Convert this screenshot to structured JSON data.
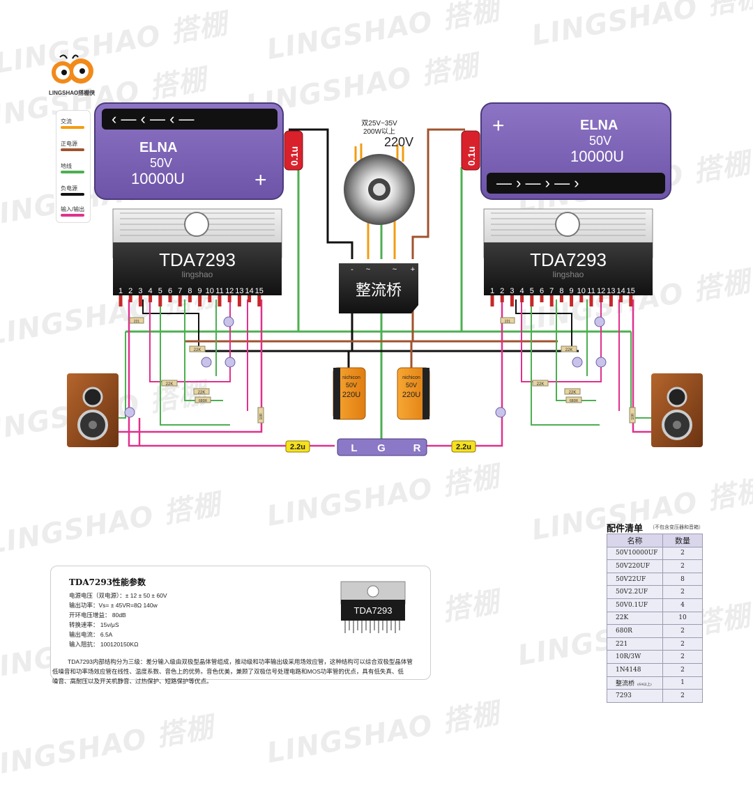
{
  "watermark": "LINGSHAO 搭棚",
  "brand": {
    "logo_text": "LINGSHAO搭棚侠"
  },
  "legend": [
    {
      "label": "交流",
      "color": "#f39c12"
    },
    {
      "label": "正电源",
      "color": "#a0522d"
    },
    {
      "label": "地线",
      "color": "#4caf50"
    },
    {
      "label": "负电源",
      "color": "#111111"
    },
    {
      "label": "输入/输出",
      "color": "#e0308c"
    }
  ],
  "capacitors": {
    "left": {
      "brand": "ELNA",
      "voltage": "50V",
      "capacity": "10000U",
      "plus": "+"
    },
    "right": {
      "brand": "ELNA",
      "voltage": "50V",
      "capacity": "10000U",
      "plus": "+"
    }
  },
  "decoupling_cap": "0.1u",
  "transformer": {
    "spec_line1": "双25V~35V",
    "spec_line2": "200W以上",
    "voltage": "220V"
  },
  "chips": {
    "name": "TDA7293",
    "sub": "lingshao",
    "pins": [
      "1",
      "2",
      "3",
      "4",
      "5",
      "6",
      "7",
      "8",
      "9",
      "10",
      "11",
      "12",
      "13",
      "14",
      "15"
    ]
  },
  "bridge": {
    "label": "整流桥",
    "terminals": [
      "~",
      "~",
      "-",
      "+"
    ]
  },
  "filter_caps": {
    "brand": "nichicon",
    "voltage": "50V",
    "capacity": "220U"
  },
  "input": {
    "left": "L",
    "ground": "G",
    "right": "R",
    "coupling_cap": "2.2u"
  },
  "resistor_labels": {
    "r22k": "22K",
    "r680": "680R",
    "r221": "221",
    "r10": "10R"
  },
  "specs": {
    "title": "TDA7293性能参数",
    "rows": [
      "电源电压（双电源）：± 12 ± 50 ± 60V",
      "输出功率：Vs= ± 45VR=8Ω 140w",
      "开环电压增益：  80dB",
      "转换速率：  15v/μS",
      "输出电流：  6.5A",
      "输入阻抗：  100120150KΩ"
    ],
    "desc": [
      "TDA7293内部结构分为三级：差分输入级由双极型晶体管组成，推动级和功率输出级采用场效应管，这种结构可以综合双极型晶体管",
      "低噪音和功率场效应管在线性、温度系数、音色上的优势。音色优美，兼顾了双极信号处理电路和MOS功率管的优点，具有低失真、低",
      "噪音、高耐压以及开关机静音、过热保护、短路保护等优点。"
    ]
  },
  "bom": {
    "title": "配件清单",
    "note": "（不包含变压器和音箱）",
    "headers": [
      "名称",
      "数量"
    ],
    "rows": [
      {
        "name": "50V10000UF",
        "qty": "2"
      },
      {
        "name": "50V220UF",
        "qty": "2"
      },
      {
        "name": "50V22UF",
        "qty": "8"
      },
      {
        "name": "50V2.2UF",
        "qty": "2"
      },
      {
        "name": "50V0.1UF",
        "qty": "4"
      },
      {
        "name": "22K",
        "qty": "10"
      },
      {
        "name": "680R",
        "qty": "2"
      },
      {
        "name": "221",
        "qty": "2"
      },
      {
        "name": "10R/3W",
        "qty": "2"
      },
      {
        "name": "1N4148",
        "qty": "2"
      },
      {
        "name": "整流桥",
        "note": "(6A以上)",
        "qty": "1"
      },
      {
        "name": "7293",
        "qty": "2"
      }
    ]
  }
}
